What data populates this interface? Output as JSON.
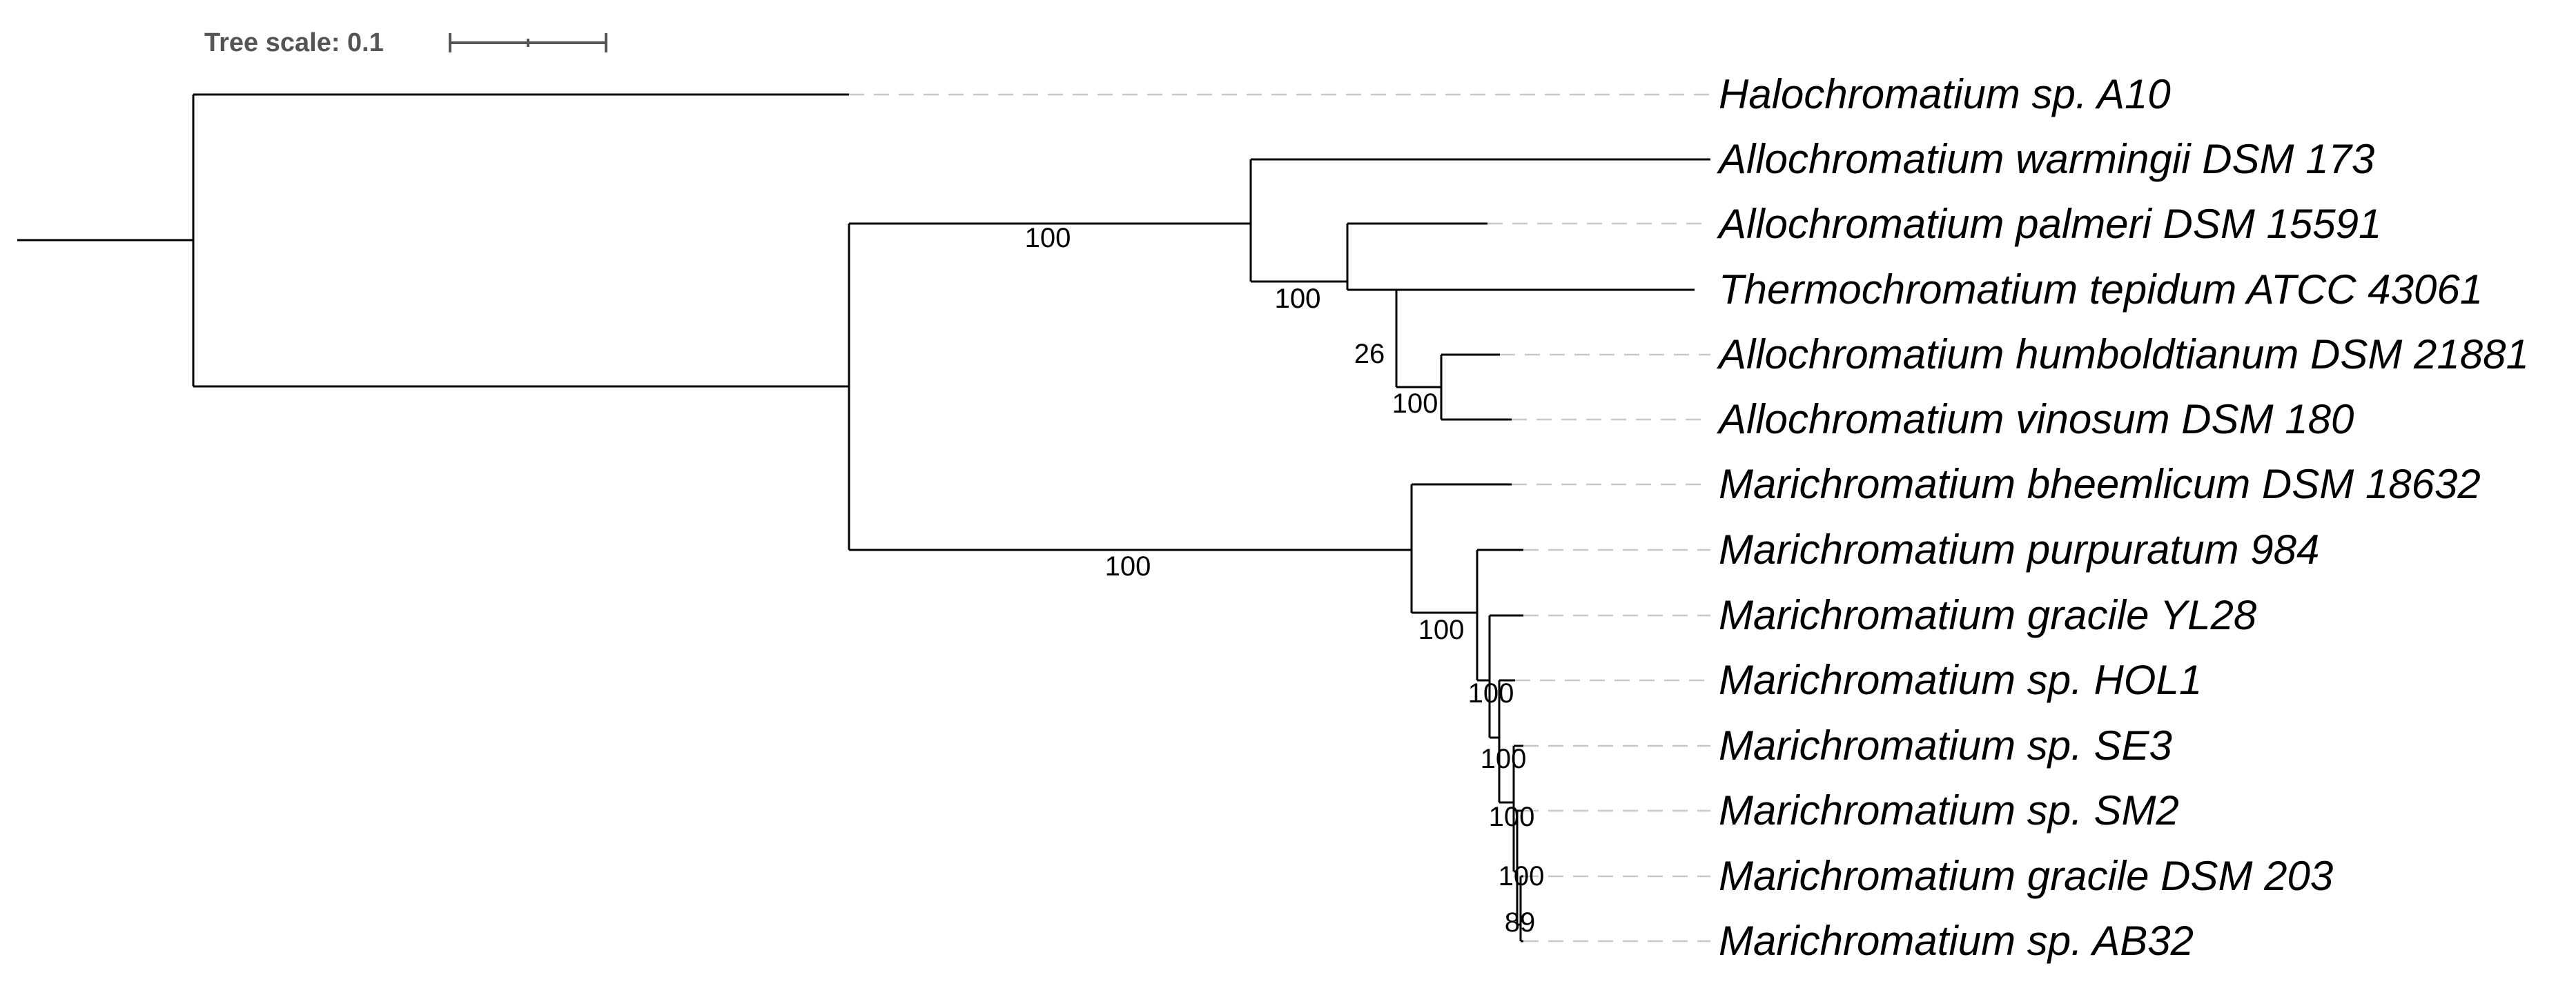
{
  "tree_scale": {
    "label": "Tree scale: 0.1",
    "value": 0.1
  },
  "taxa": [
    {
      "id": "halo",
      "name": "Halochromatium sp. A10"
    },
    {
      "id": "awarm",
      "name": "Allochromatium warmingii DSM 173"
    },
    {
      "id": "apalm",
      "name": "Allochromatium palmeri DSM 15591"
    },
    {
      "id": "thermo",
      "name": "Thermochromatium tepidum ATCC 43061"
    },
    {
      "id": "ahumb",
      "name": "Allochromatium humboldtianum DSM 21881"
    },
    {
      "id": "avino",
      "name": "Allochromatium vinosum DSM 180"
    },
    {
      "id": "mbheem",
      "name": "Marichromatium bheemlicum DSM 18632"
    },
    {
      "id": "mpurp",
      "name": "Marichromatium purpuratum 984"
    },
    {
      "id": "mgyl28",
      "name": "Marichromatium gracile YL28"
    },
    {
      "id": "mhol1",
      "name": "Marichromatium sp. HOL1"
    },
    {
      "id": "mse3",
      "name": "Marichromatium sp. SE3"
    },
    {
      "id": "msm2",
      "name": "Marichromatium sp. SM2",
      "color": "#ff0000"
    },
    {
      "id": "mgdsm203",
      "name": "Marichromatium gracile DSM 203"
    },
    {
      "id": "mab32",
      "name": "Marichromatium sp. AB32"
    }
  ],
  "support_values": [
    {
      "id": "allo_marichr",
      "value": "100"
    },
    {
      "id": "allochromatium_clade",
      "value": "100"
    },
    {
      "id": "palmeri_group",
      "value": "100"
    },
    {
      "id": "thermo_group",
      "value": "26"
    },
    {
      "id": "humb_vinosum",
      "value": "100"
    },
    {
      "id": "marichromatium_clade",
      "value": "100"
    },
    {
      "id": "purp_group",
      "value": "100"
    },
    {
      "id": "gracile_group",
      "value": "100"
    },
    {
      "id": "hol1_group",
      "value": "100"
    },
    {
      "id": "se3_group",
      "value": "100"
    },
    {
      "id": "sm2_group",
      "value": "100"
    },
    {
      "id": "dsm203_ab32",
      "value": "89"
    }
  ],
  "highlight_color": "#ff0000"
}
